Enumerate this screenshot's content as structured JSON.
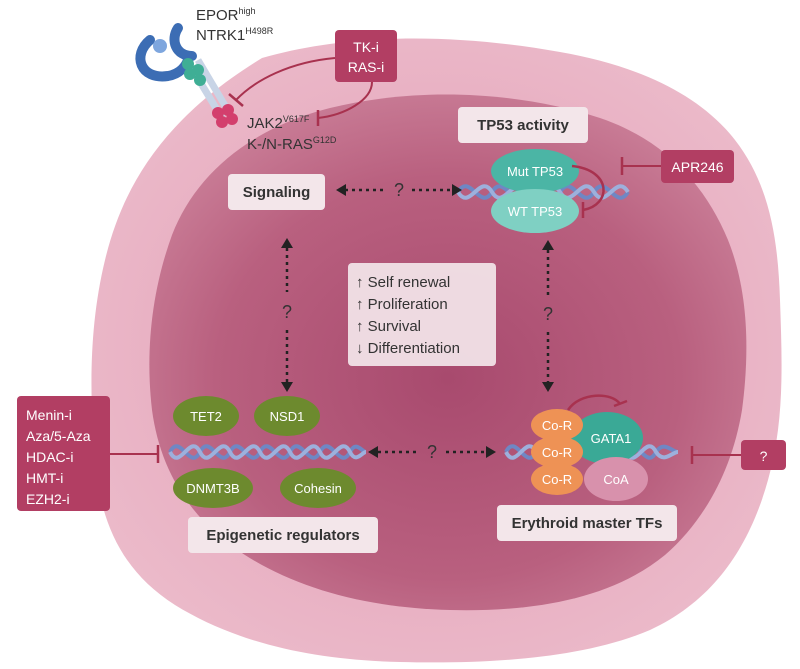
{
  "receptor": {
    "line1_main": "EPOR",
    "line1_sup": "high",
    "line2_main": "NTRK1",
    "line2_sup": "H498R"
  },
  "mutations": {
    "line1_main": "JAK2",
    "line1_sup": "V617F",
    "line2_main": "K-/N-RAS",
    "line2_sup": "G12D"
  },
  "inhibitor_box_tk": {
    "line1": "TK-i",
    "line2": "RAS-i"
  },
  "labels": {
    "signaling": "Signaling",
    "tp53_activity": "TP53 activity",
    "epigenetic_regulators": "Epigenetic regulators",
    "erythroid_master_tfs": "Erythroid master TFs"
  },
  "tp53": {
    "mut": "Mut TP53",
    "wt": "WT TP53",
    "inhibitor": "APR246"
  },
  "center_list": [
    "↑ Self renewal",
    "↑ Proliferation",
    "↑ Survival",
    "↓ Differentiation"
  ],
  "question_mark": "?",
  "epigenetic": {
    "tet2": "TET2",
    "nsd1": "NSD1",
    "dnmt3b": "DNMT3B",
    "cohesin": "Cohesin"
  },
  "epigenetic_inhibitors": [
    "Menin-i",
    "Aza/5-Aza",
    "HDAC-i",
    "HMT-i",
    "EZH2-i"
  ],
  "erythroid": {
    "cor1": "Co-R",
    "cor2": "Co-R",
    "cor3": "Co-R",
    "gata1": "GATA1",
    "coa": "CoA",
    "inhibitor": "?"
  },
  "colors": {
    "outer_cell": "#e8b3c4",
    "nucleus": "#c06e8c",
    "label_box": "#f3e6ea",
    "inhibitor_box": "#b23e63",
    "inhibitor_line": "#a8324f",
    "tp53_teal": "#4bb5a5",
    "green_protein": "#6d8a2e",
    "orange_protein": "#ee9255",
    "gata_teal": "#3aa996",
    "coa_pink": "#d891ac",
    "dna_blue": "#6f87c4"
  }
}
